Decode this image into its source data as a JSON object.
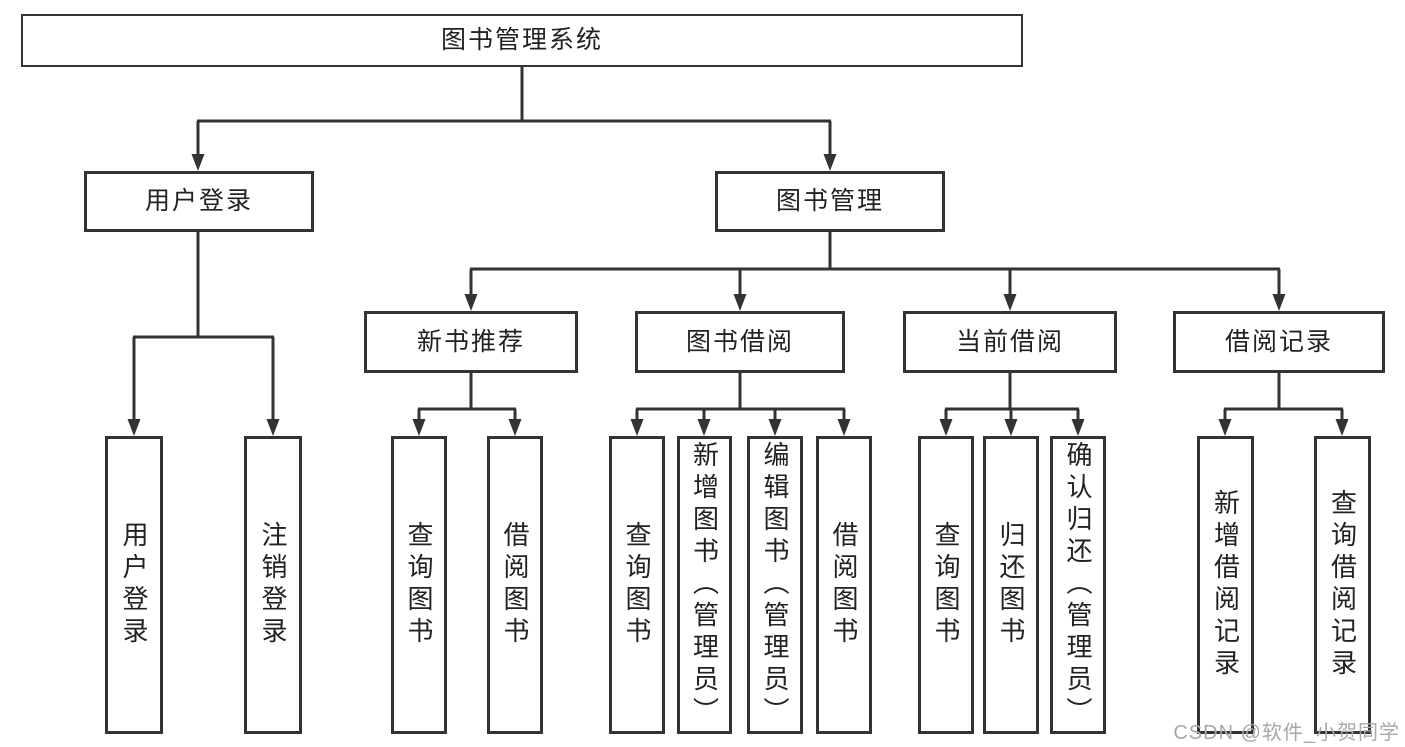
{
  "colors": {
    "line": "#333333",
    "text": "#222222",
    "background": "#ffffff",
    "watermark": "#a8a8a8"
  },
  "diagram": {
    "root": "图书管理系统",
    "branches": [
      {
        "label": "用户登录",
        "leaves": [
          "用户登录",
          "注销登录"
        ]
      },
      {
        "label": "图书管理",
        "groups": [
          {
            "label": "新书推荐",
            "leaves": [
              "查询图书",
              "借阅图书"
            ]
          },
          {
            "label": "图书借阅",
            "leaves": [
              "查询图书",
              "新增图书（管理员）",
              "编辑图书（管理员）",
              "借阅图书"
            ]
          },
          {
            "label": "当前借阅",
            "leaves": [
              "查询图书",
              "归还图书",
              "确认归还（管理员）"
            ]
          },
          {
            "label": "借阅记录",
            "leaves": [
              "新增借阅记录",
              "查询借阅记录"
            ]
          }
        ]
      }
    ]
  },
  "watermark": "CSDN @软件_小贺同学"
}
